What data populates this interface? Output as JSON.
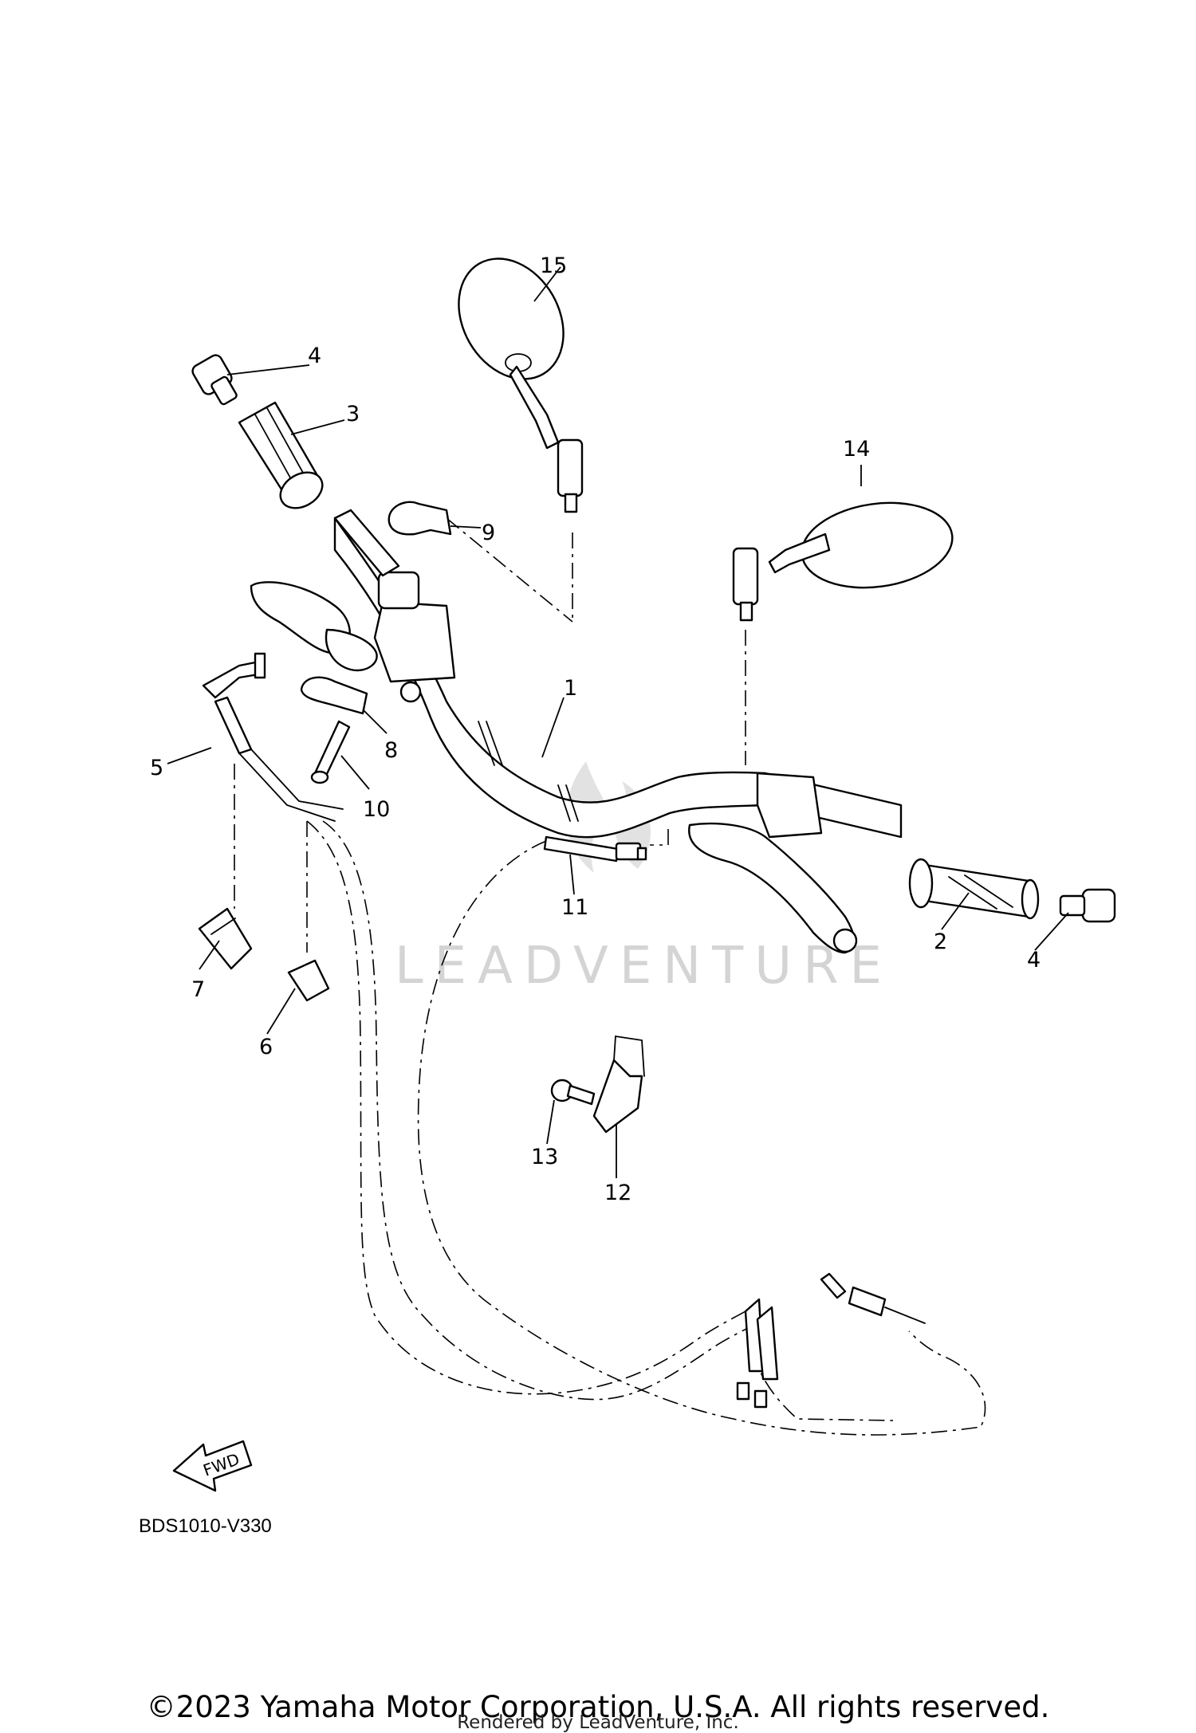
{
  "callouts": [
    "1",
    "2",
    "3",
    "4",
    "4",
    "5",
    "6",
    "7",
    "8",
    "9",
    "10",
    "11",
    "12",
    "13",
    "14",
    "15"
  ],
  "watermark": "LEADVENTURE",
  "fwd_label": "FWD",
  "diagram_code": "BDS1010-V330",
  "copyright": "©2023 Yamaha Motor Corporation, U.S.A. All rights reserved.",
  "rendered_by": "Rendered by LeadVenture, Inc."
}
